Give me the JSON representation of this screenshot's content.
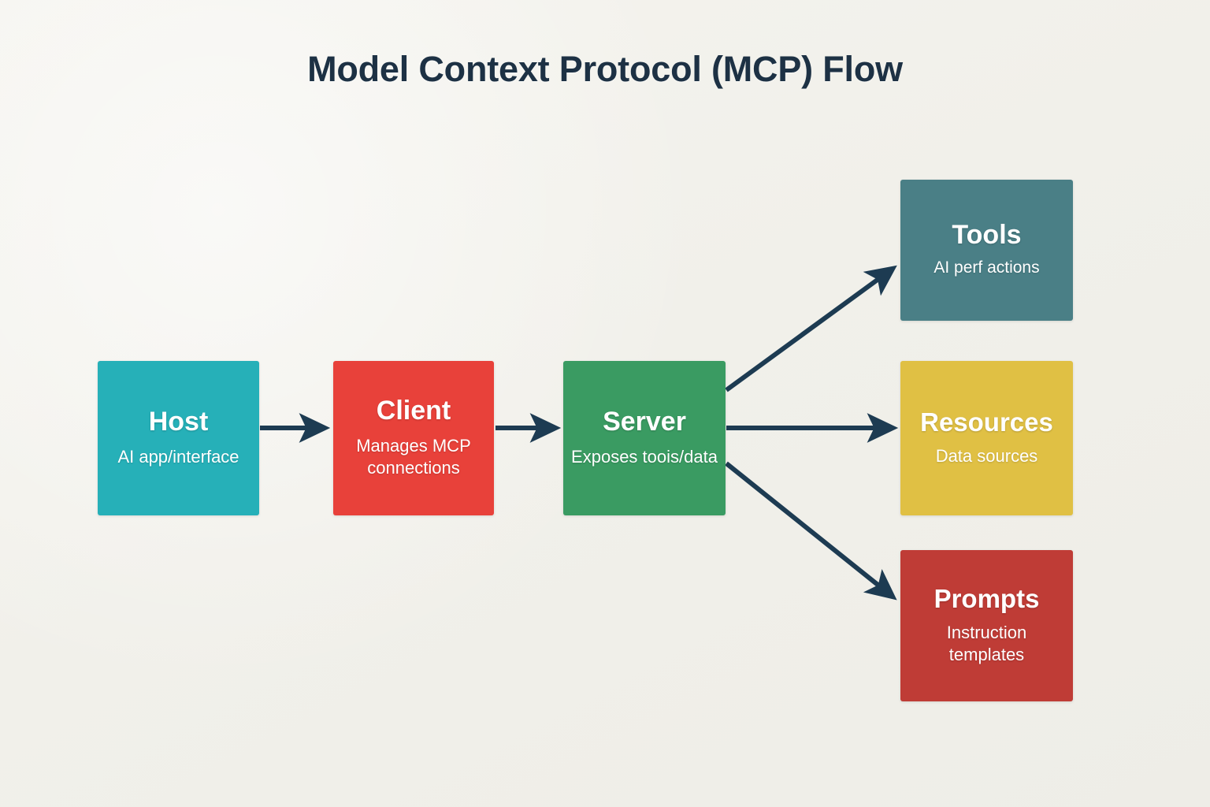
{
  "title": "Model Context Protocol (MCP) Flow",
  "theme": {
    "background": "#f2f1ec",
    "title_color": "#1d3144",
    "arrow_color": "#1d3b52",
    "node_text_color": "#ffffff"
  },
  "nodes": [
    {
      "id": "host",
      "title": "Host",
      "subtitle": "AI app/interface",
      "color": "#26b0b8"
    },
    {
      "id": "client",
      "title": "Client",
      "subtitle": "Manages MCP connections",
      "color": "#e8413a"
    },
    {
      "id": "server",
      "title": "Server",
      "subtitle": "Exposes toois/data",
      "color": "#3a9b62"
    },
    {
      "id": "tools",
      "title": "Tools",
      "subtitle": "AI perf actions",
      "color": "#4a7f86"
    },
    {
      "id": "resources",
      "title": "Resources",
      "subtitle": "Data sources",
      "color": "#e0c044"
    },
    {
      "id": "prompts",
      "title": "Prompts",
      "subtitle": "Instruction templates",
      "color": "#bf3c36"
    }
  ],
  "edges": [
    {
      "id": "host-to-client",
      "from": "host",
      "to": "client"
    },
    {
      "id": "client-to-server",
      "from": "client",
      "to": "server"
    },
    {
      "id": "server-to-tools",
      "from": "server",
      "to": "tools"
    },
    {
      "id": "server-to-resources",
      "from": "server",
      "to": "resources"
    },
    {
      "id": "server-to-prompts",
      "from": "server",
      "to": "prompts"
    }
  ]
}
